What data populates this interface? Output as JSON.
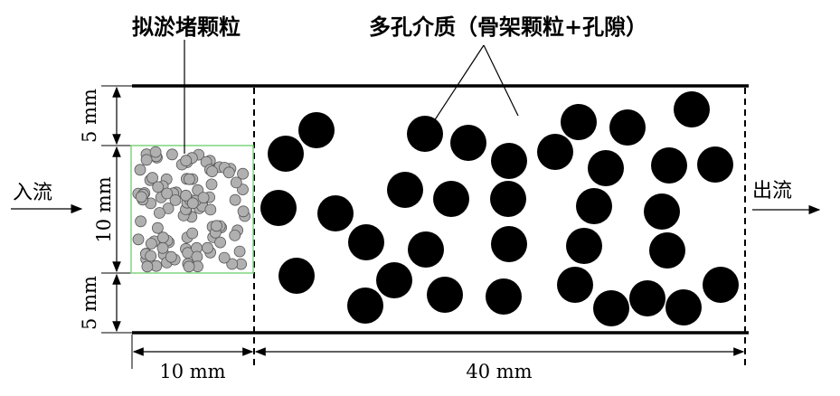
{
  "labels": {
    "clog_particles": "拟淤堵颗粒",
    "porous_media": "多孔介质（骨架颗粒+孔隙）",
    "inflow": "入流",
    "outflow": "出流",
    "dim_top": "5 mm",
    "dim_middle": "10 mm",
    "dim_bottom": "5 mm",
    "dim_clog_width": "10 mm",
    "dim_porous_width": "40 mm"
  },
  "colors": {
    "skeleton": "#000000",
    "clog_particle": "#b0b0b0",
    "clog_zone_border": "#7fd67f"
  }
}
